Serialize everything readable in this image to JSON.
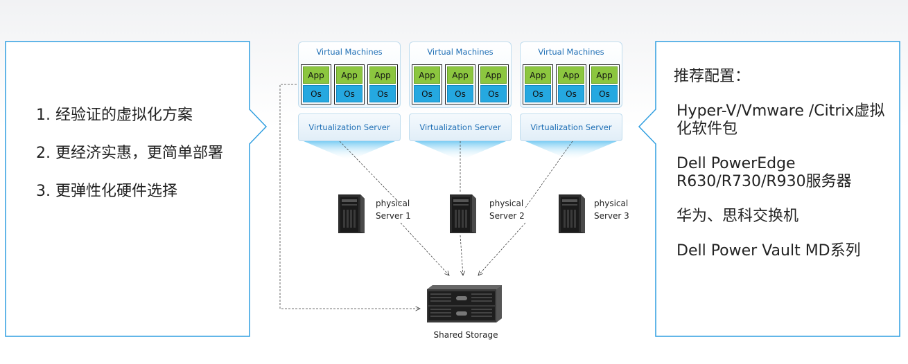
{
  "left_panel": {
    "items": [
      "1. 经验证的虚拟化方案",
      "2. 更经济实惠，更简单部署",
      "3. 更弹性化硬件选择"
    ]
  },
  "right_panel": {
    "title": "推荐配置：",
    "items": [
      "Hyper-V/Vmware /Citrix虚拟化软件包",
      "Dell PowerEdge R630/R730/R930服务器",
      "华为、思科交换机",
      "Dell Power Vault MD系列"
    ]
  },
  "diagram": {
    "vm_groups": [
      {
        "title": "Virtual Machines",
        "app_label": "App",
        "os_label": "Os",
        "server_label": "Virtualization Server"
      },
      {
        "title": "Virtual Machines",
        "app_label": "App",
        "os_label": "Os",
        "server_label": "Virtualization Server"
      },
      {
        "title": "Virtual Machines",
        "app_label": "App",
        "os_label": "Os",
        "server_label": "Virtualization Server"
      }
    ],
    "physical_servers": [
      {
        "line1": "physical",
        "line2": "Server 1"
      },
      {
        "line1": "physical",
        "line2": "Server 2"
      },
      {
        "line1": "physical",
        "line2": "Server 3"
      }
    ],
    "storage_label": "Shared Storage"
  },
  "colors": {
    "panel_border": "#2f9ee0",
    "app_green": "#8cc63f",
    "os_blue": "#25a8e0",
    "accent_text": "#1f6fb5"
  }
}
